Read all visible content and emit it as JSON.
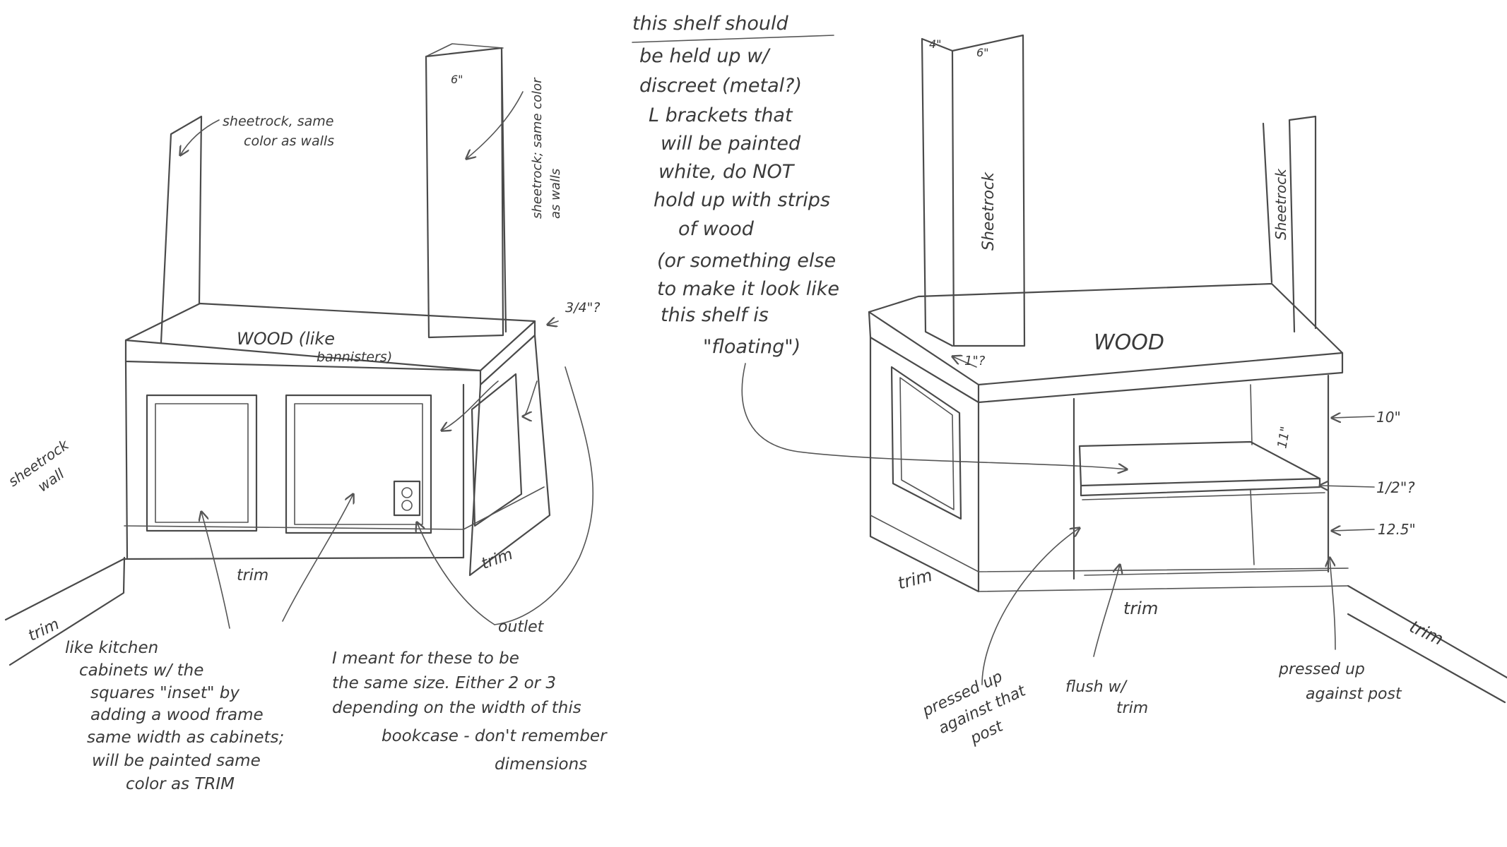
{
  "left_sketch": {
    "sheetrock_left_label": [
      "sheetrock, same",
      "color as walls"
    ],
    "sheetrock_right_label": [
      "sheetrock; same color",
      "as walls"
    ],
    "post_width": "6\"",
    "top_thickness": "3/4\"?",
    "wood_label": [
      "WOOD (like",
      "bannisters)"
    ],
    "wall_label": [
      "sheetrock",
      "wall"
    ],
    "trim_front": "trim",
    "trim_side": "trim",
    "trim_floor": "trim",
    "outlet": "outlet",
    "cabinet_note": [
      "like kitchen",
      "cabinets w/ the",
      "squares \"inset\" by",
      "adding a wood frame",
      "same width as cabinets;",
      "will be painted same",
      "color as TRIM"
    ],
    "size_note": [
      "I meant for these to be",
      "the same size. Either 2 or 3",
      "depending on the width of this",
      "bookcase - don't remember",
      "dimensions"
    ]
  },
  "shelf_note": [
    "this shelf should",
    "be held up w/",
    "discreet (metal?)",
    "L brackets that",
    "will be painted",
    "white, do NOT",
    "hold up with strips",
    "of wood",
    "(or something else",
    "to make it look like",
    "this shelf is",
    "\"floating\")"
  ],
  "right_sketch": {
    "post_depth": "4\"",
    "post_width": "6\"",
    "sheetrock_left": "Sheetrock",
    "sheetrock_right": "Sheetrock",
    "wood_label": "WOOD",
    "gap": "1\"?",
    "upper_height": "10\"",
    "shelf_height": "11\"",
    "shelf_thickness": "1/2\"?",
    "lower_height": "12.5\"",
    "trim_left": "trim",
    "trim_front": "trim",
    "trim_floor": "trim",
    "pressed_left": [
      "pressed up",
      "against that",
      "post"
    ],
    "flush_note": [
      "flush w/",
      "trim"
    ],
    "pressed_right": [
      "pressed up",
      "against post"
    ]
  }
}
